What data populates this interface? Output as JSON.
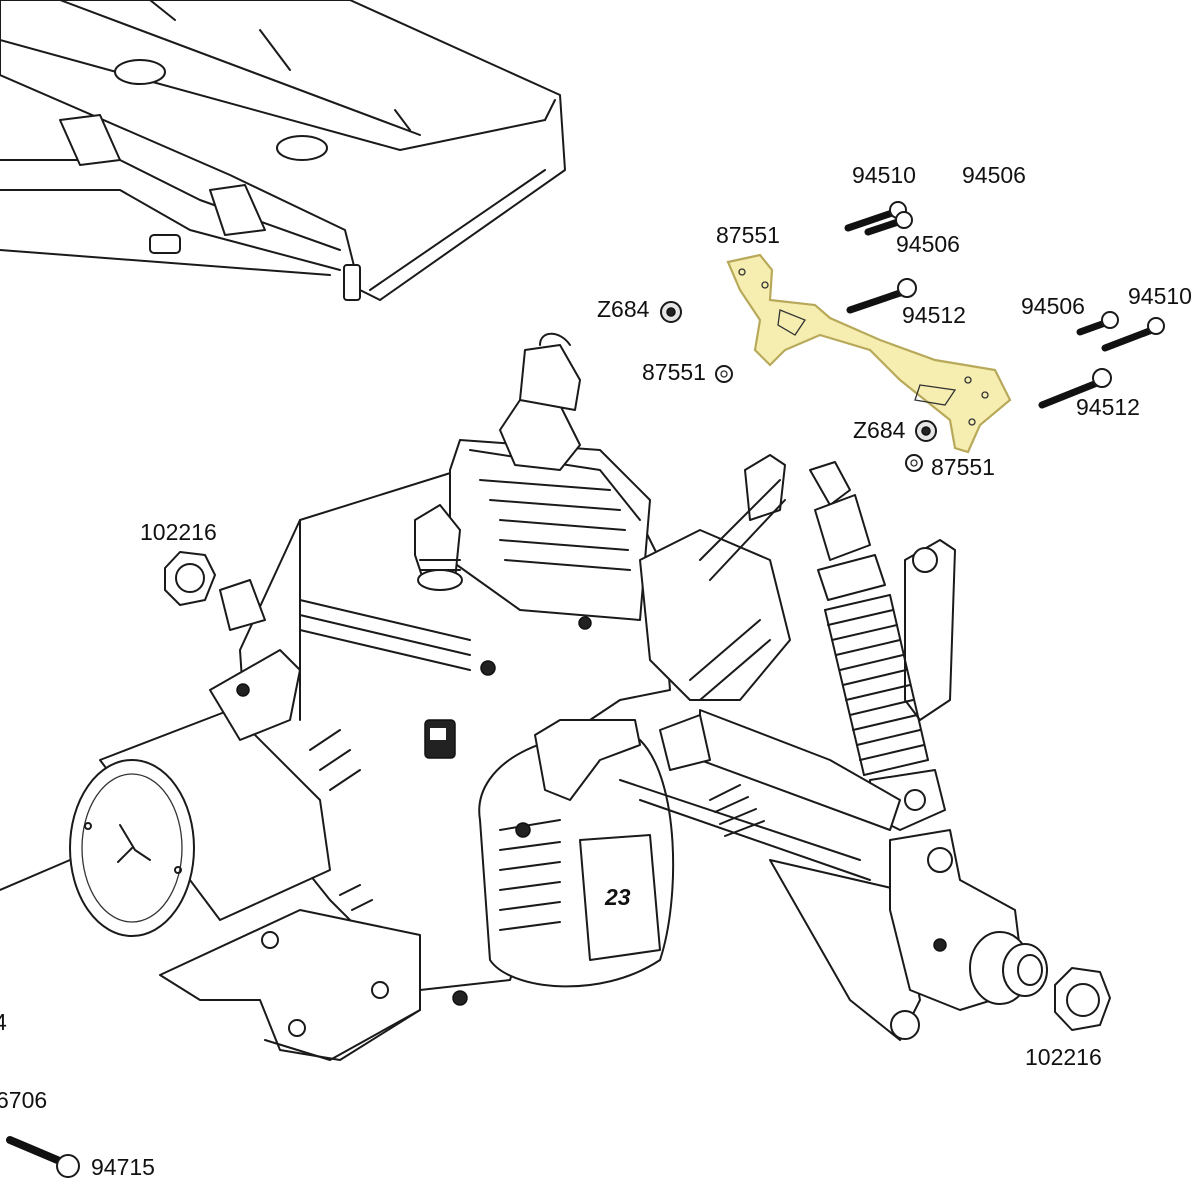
{
  "labels": {
    "p94510_top": "94510",
    "p94506_top": "94506",
    "p87551_plate": "87551",
    "p94506_mid": "94506",
    "pZ684_left": "Z684",
    "p94512_left": "94512",
    "p94506_right": "94506",
    "p94510_right": "94510",
    "p87551_washer_left": "87551",
    "p94512_right": "94512",
    "pZ684_right": "Z684",
    "p87551_washer_right": "87551",
    "p102216_left": "102216",
    "p102216_right": "102216",
    "p6706_partial": "6706",
    "p4_partial": "4",
    "p94715": "94715",
    "engine_badge": "23"
  },
  "colors": {
    "highlight_fill": "#f6eeb0",
    "highlight_stroke": "#b8a95a",
    "line": "#1a1a1a"
  }
}
